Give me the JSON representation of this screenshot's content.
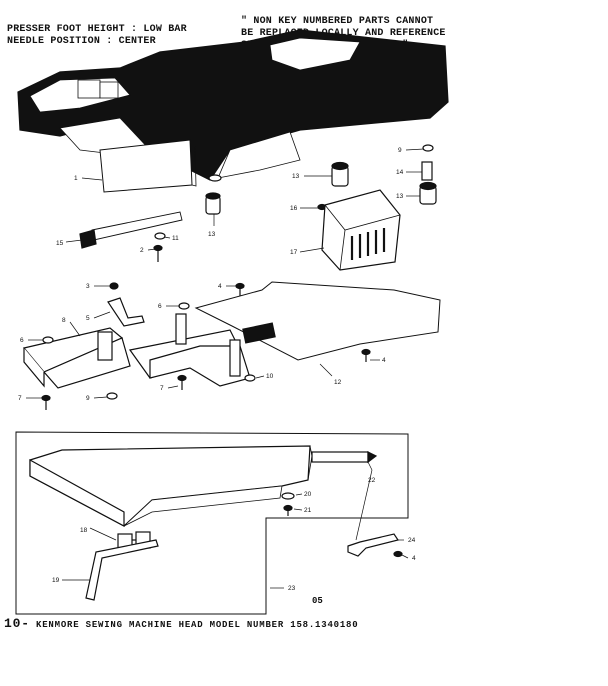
{
  "header_left": {
    "line1": "PRESSER FOOT HEIGHT : LOW BAR",
    "line2": "NEEDLE POSITION : CENTER"
  },
  "header_right": {
    "line1": "\" NON KEY NUMBERED PARTS CANNOT",
    "line2": "BE REPLACED LOCALLY AND REFERENCE",
    "line3": "SHOULD BE MADE TO CODE NT.\""
  },
  "footer": {
    "page": "10-",
    "text": "KENMORE SEWING MACHINE HEAD MODEL NUMBER 158.1340180"
  },
  "page_num": "05",
  "callouts": {
    "c1": "1",
    "c2": "2",
    "c3": "3",
    "c4a": "4",
    "c4b": "4",
    "c4c": "4",
    "c5": "5",
    "c6a": "6",
    "c6b": "6",
    "c7a": "7",
    "c7b": "7",
    "c8": "8",
    "c9a": "9",
    "c9b": "9",
    "c10": "10",
    "c11": "11",
    "c12": "12",
    "c13a": "13",
    "c13b": "13",
    "c13c": "13",
    "c14": "14",
    "c15": "15",
    "c16": "16",
    "c17": "17",
    "c18": "18",
    "c19": "19",
    "c20": "20",
    "c21": "21",
    "c22": "22",
    "c23": "23",
    "c24": "24"
  }
}
